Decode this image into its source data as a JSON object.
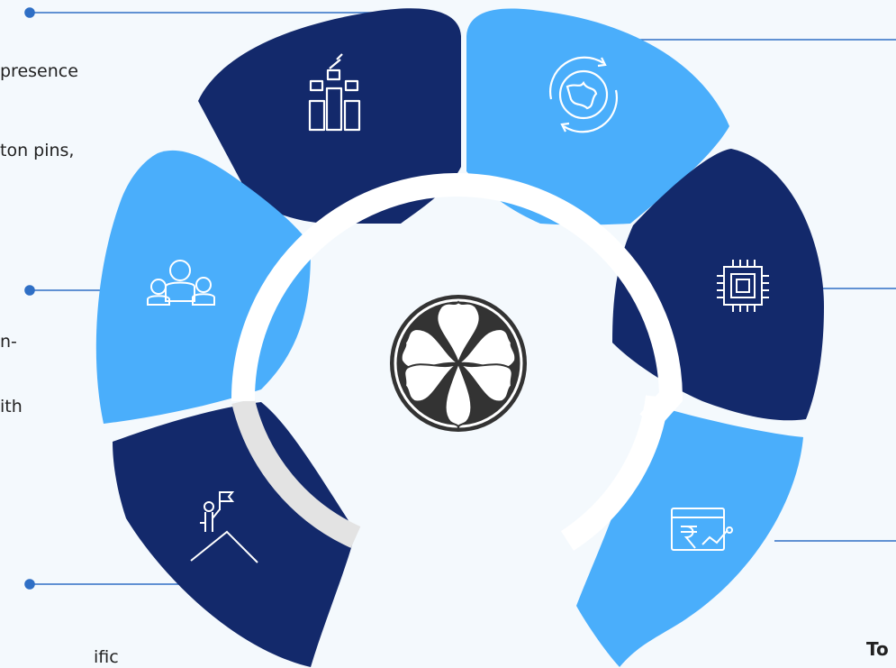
{
  "colors": {
    "dark": "#13296b",
    "light": "#4aaefb",
    "line": "#2f6fc5",
    "ring_gray": "#e3e3e3",
    "center": "#333333"
  },
  "texts": {
    "left_1": "presence",
    "left_2": "ton  pins,",
    "left_3": "n-",
    "left_4": "ith",
    "bottom_partial": "ific",
    "bottom_right": "To"
  },
  "segments": [
    {
      "icon": "raised-fists-podium-icon",
      "color": "dark"
    },
    {
      "icon": "globe-cycle-icon",
      "color": "light"
    },
    {
      "icon": "microchip-icon",
      "color": "dark"
    },
    {
      "icon": "rupee-chart-icon",
      "color": "light"
    },
    {
      "icon": "summit-flag-icon",
      "color": "dark"
    },
    {
      "icon": "team-people-icon",
      "color": "light"
    }
  ],
  "center_logo": "lotus-leaves-logo"
}
